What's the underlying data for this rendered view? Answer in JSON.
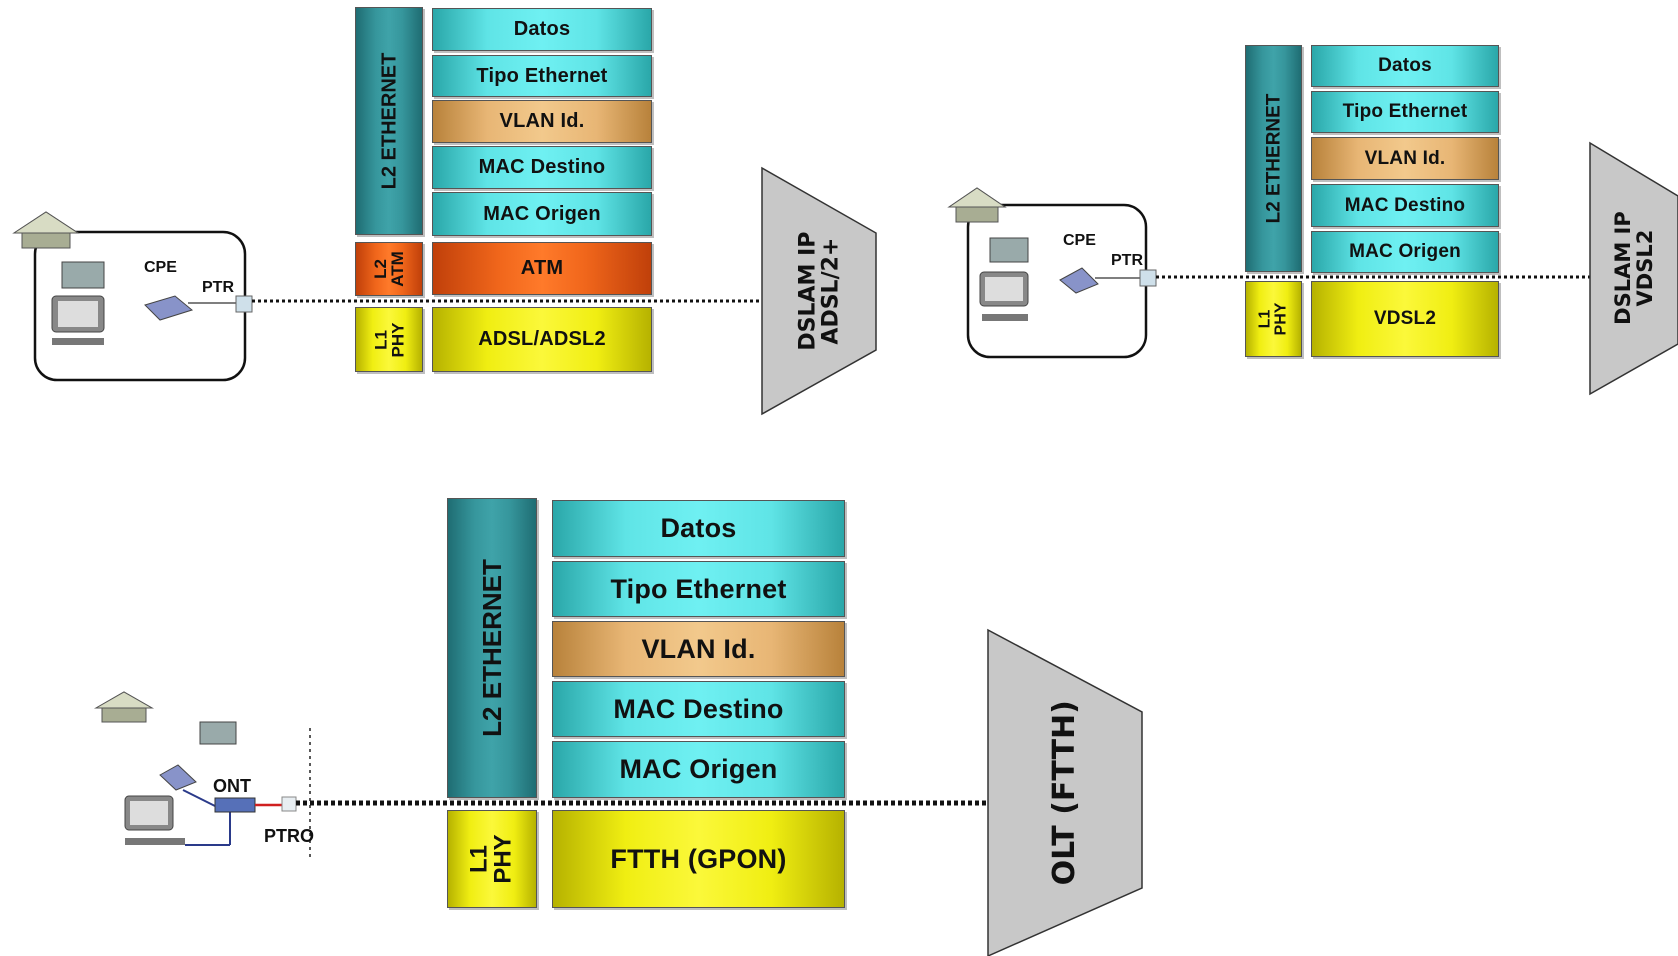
{
  "diagrams": [
    {
      "equipment": "DSLAM IP\nADSL/2+",
      "customer_labels": {
        "cpe": "CPE",
        "ptr": "PTR"
      },
      "layers": {
        "l2_eth": "L2 ETHERNET",
        "l2_atm": "L2\nATM",
        "l1_phy": "L1\nPHY"
      },
      "fields": [
        "Datos",
        "Tipo Ethernet",
        "VLAN Id.",
        "MAC Destino",
        "MAC Origen",
        "ATM",
        "ADSL/ADSL2"
      ]
    },
    {
      "equipment": "DSLAM IP\nVDSL2",
      "customer_labels": {
        "cpe": "CPE",
        "ptr": "PTR"
      },
      "layers": {
        "l2_eth": "L2 ETHERNET",
        "l1_phy": "L1\nPHY"
      },
      "fields": [
        "Datos",
        "Tipo Ethernet",
        "VLAN Id.",
        "MAC Destino",
        "MAC Origen",
        "VDSL2"
      ]
    },
    {
      "equipment": "OLT (FTTH)",
      "customer_labels": {
        "ont": "ONT",
        "ptro": "PTRO"
      },
      "layers": {
        "l2_eth": "L2 ETHERNET",
        "l1_phy": "L1\nPHY"
      },
      "fields": [
        "Datos",
        "Tipo Ethernet",
        "VLAN Id.",
        "MAC Destino",
        "MAC Origen",
        "FTTH (GPON)"
      ]
    }
  ],
  "colors": {
    "cyan": "#5fe4e6",
    "orange": "#e8b675",
    "atm": "#f0661b",
    "yellow": "#f0ee12",
    "teal": "#36969c",
    "equipment_gray": "#c8c8c8"
  }
}
